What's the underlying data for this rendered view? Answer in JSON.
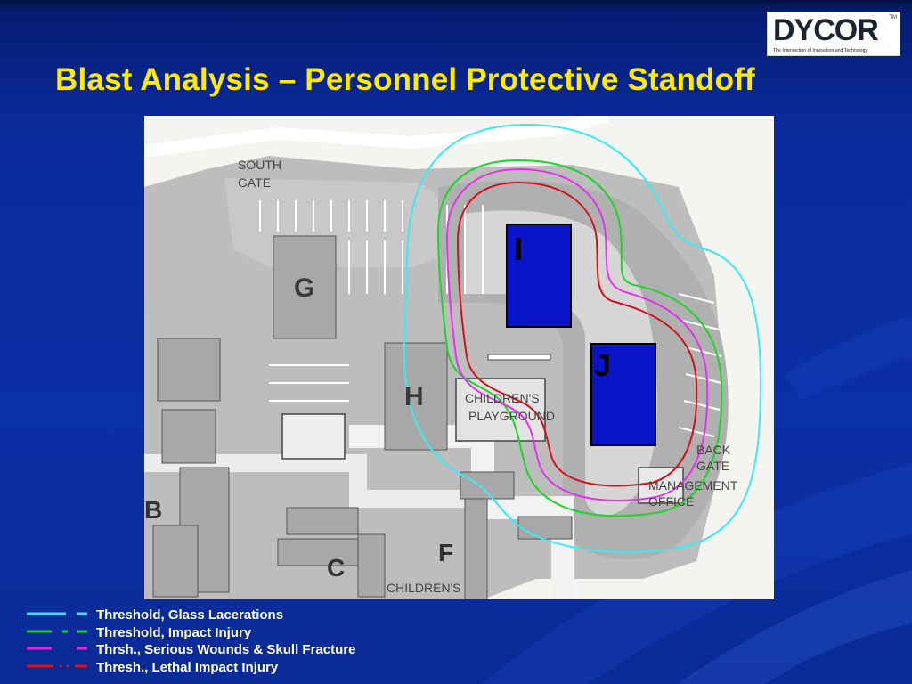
{
  "slide": {
    "title": "Blast Analysis – Personnel Protective Standoff"
  },
  "logo": {
    "brand": "DYCOR",
    "tagline": "The Intersection of Innovation and Technology",
    "tm": "TM"
  },
  "map": {
    "buildings": {
      "i": "I",
      "j": "J",
      "g": "G",
      "h": "H",
      "b": "B",
      "c": "C",
      "f": "F"
    },
    "labels": {
      "south_gate_1": "SOUTH",
      "south_gate_2": "GATE",
      "playground_1": "CHILDREN'S",
      "playground_2": "PLAYGROUND",
      "back_gate_1": "BACK",
      "back_gate_2": "GATE",
      "mgmt_1": "MANAGEMENT",
      "mgmt_2": "OFFICE",
      "childrens_bottom": "CHILDREN'S"
    },
    "target_color": "#0a14c8"
  },
  "legend": [
    {
      "label": "Threshold, Glass Lacerations",
      "color": "#35e8f0",
      "icon": "cyan-dash-line-icon"
    },
    {
      "label": "Threshold, Impact Injury",
      "color": "#19d024",
      "icon": "green-dash-line-icon"
    },
    {
      "label": "Thrsh., Serious Wounds & Skull Fracture",
      "color": "#e024e8",
      "icon": "magenta-dash-line-icon"
    },
    {
      "label": "Thresh., Lethal Impact Injury",
      "color": "#e0101a",
      "icon": "red-dash-dot-line-icon"
    }
  ]
}
